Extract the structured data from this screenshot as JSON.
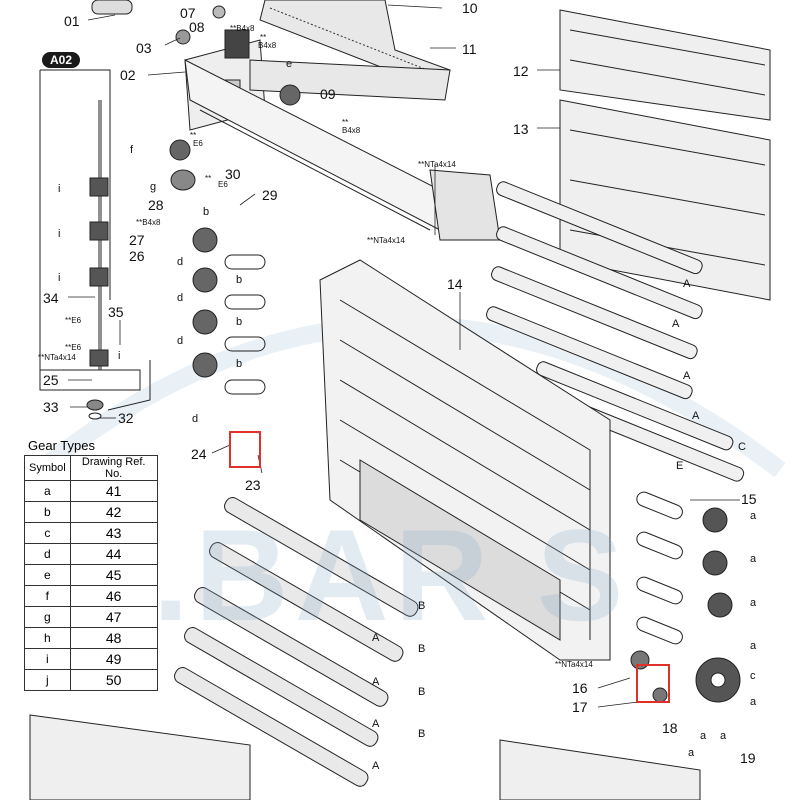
{
  "tag": "A02",
  "watermark": "E.BAR S",
  "part_numbers": {
    "p01": "01",
    "p02": "02",
    "p03": "03",
    "p07": "07",
    "p08": "08",
    "p09": "09",
    "p10": "10",
    "p11": "11",
    "p12": "12",
    "p13": "13",
    "p14": "14",
    "p15": "15",
    "p16": "16",
    "p17": "17",
    "p18": "18",
    "p19": "19",
    "p23": "23",
    "p24": "24",
    "p25": "25",
    "p26": "26",
    "p27": "27",
    "p28": "28",
    "p29": "29",
    "p30": "30",
    "p32": "32",
    "p33": "33",
    "p34": "34",
    "p35": "35"
  },
  "screw_notes": {
    "b4x8_a": "**B4x8",
    "b4x8_b": "**",
    "b4x8_c": "B4x8",
    "b4x8_d": "**",
    "b4x8_e": "B4x8",
    "b4x8_f": "**B4x8",
    "e6_a": "**",
    "e6_b": "E6",
    "e6_c": "**",
    "e6_d": "E6",
    "e6_e": "**E6",
    "e6_f": "**E6",
    "nta_a": "**NTa4x14",
    "nta_b": "**NTa4x14",
    "nta_c": "**NTa4x14",
    "nta_d": "**NTa4x14"
  },
  "gear_symbols": {
    "a": "a",
    "b": "b",
    "c": "c",
    "d": "d",
    "e": "e",
    "f": "f",
    "g": "g",
    "i": "i"
  },
  "roller_letters": {
    "A": "A",
    "B": "B",
    "C": "C",
    "E": "E"
  },
  "gear_table": {
    "title": "Gear Types",
    "headers": [
      "Symbol",
      "Drawing Ref. No."
    ],
    "rows": [
      {
        "symbol": "a",
        "ref": "41"
      },
      {
        "symbol": "b",
        "ref": "42"
      },
      {
        "symbol": "c",
        "ref": "43"
      },
      {
        "symbol": "d",
        "ref": "44"
      },
      {
        "symbol": "e",
        "ref": "45"
      },
      {
        "symbol": "f",
        "ref": "46"
      },
      {
        "symbol": "g",
        "ref": "47"
      },
      {
        "symbol": "h",
        "ref": "48"
      },
      {
        "symbol": "i",
        "ref": "49"
      },
      {
        "symbol": "j",
        "ref": "50"
      }
    ]
  },
  "colors": {
    "highlight": "#e0302a",
    "watermark": "#7fa3c8",
    "line": "#222222"
  }
}
